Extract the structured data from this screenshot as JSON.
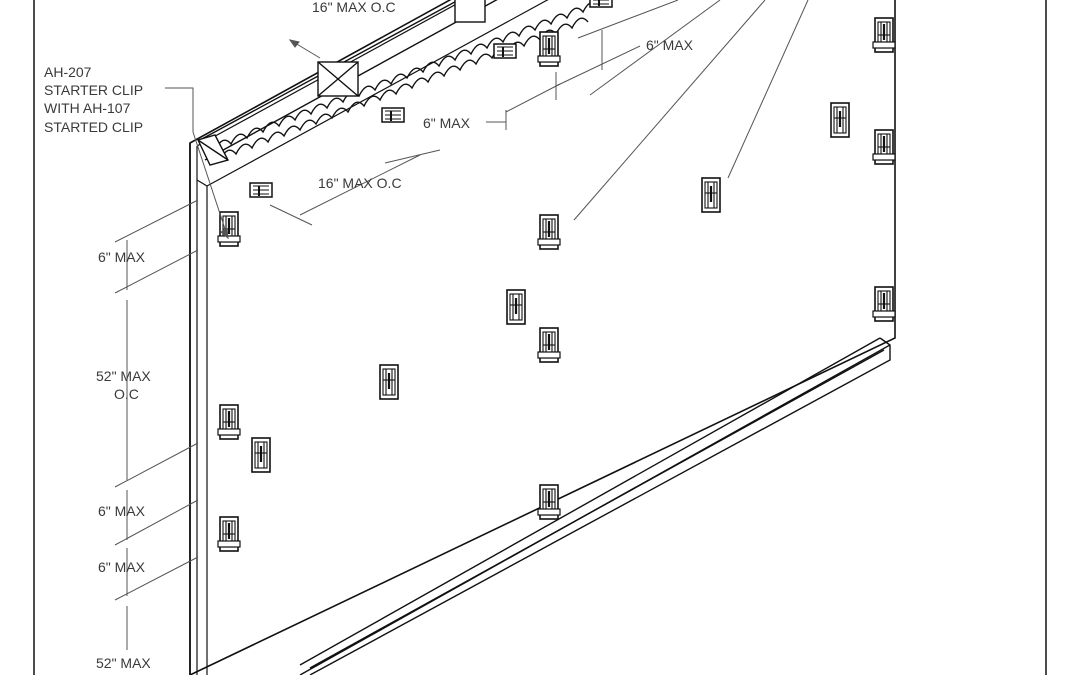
{
  "drawing": {
    "labels": {
      "top_oc": "16\" MAX O.C",
      "clip_callout": [
        "AH-207",
        "STARTER CLIP",
        "WITH AH-107",
        "STARTED CLIP"
      ],
      "six_max_right": "6\" MAX",
      "six_max_mid": "6\" MAX",
      "mid_oc": "16\" MAX O.C",
      "left_six_max_1": "6\" MAX",
      "left_52_max": "52\" MAX",
      "left_oc": "O.C",
      "left_six_max_2": "6\" MAX",
      "left_six_max_3": "6\" MAX",
      "left_52_max_2": "52\" MAX"
    }
  }
}
